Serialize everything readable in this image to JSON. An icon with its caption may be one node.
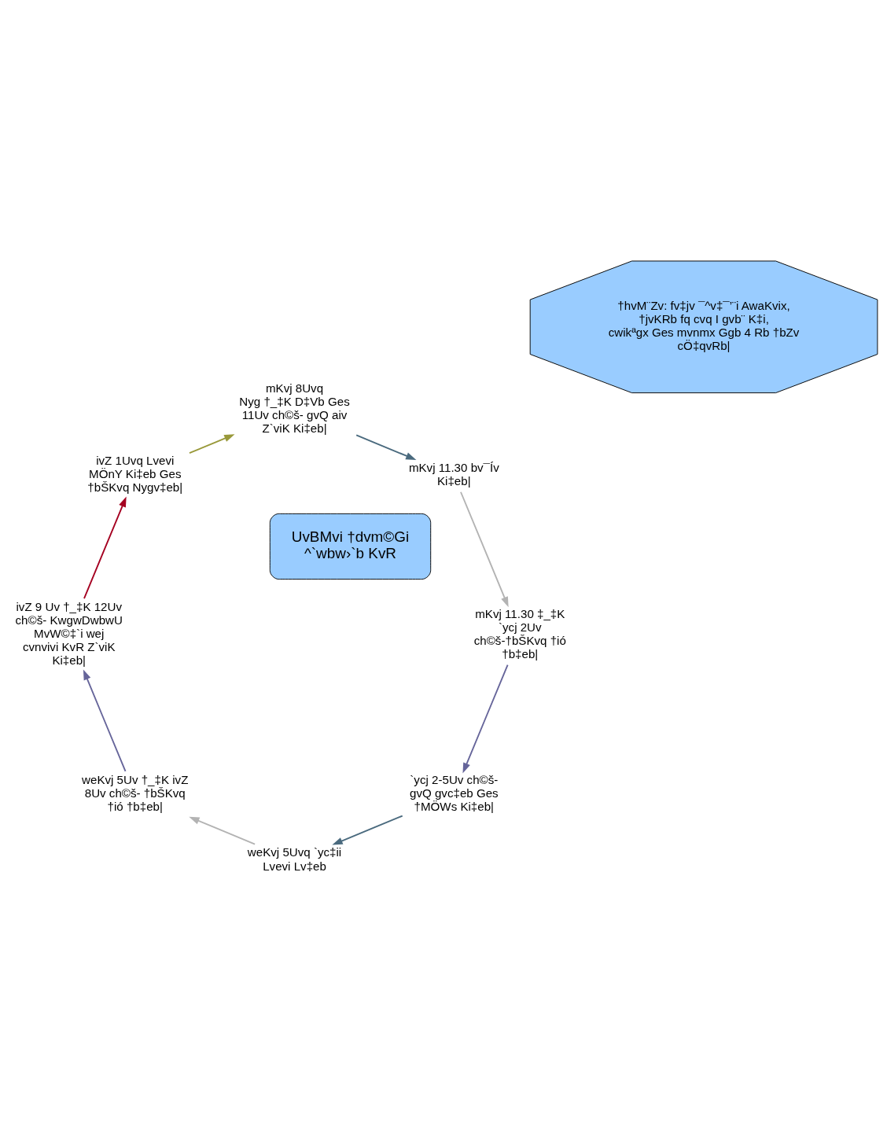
{
  "diagram": {
    "nodes": [
      {
        "text": [
          "UvBMvi †dvm©Gi ^`wbw›`b KvR"
        ]
      },
      {
        "text": [
          "†hvM¨Zv: fv‡jv ¯^v‡¯’¨i AwaKvix, †jvKRb fq cvq I gvb¨ K‡i, cwikªgx Ges mvnmx Ggb 4 Rb †bZv cÖ‡qvRb|"
        ]
      },
      {
        "text": [
          "`ycj 2-5Uv ch©š- gvQ gvc‡eb Ges †MÖWs Ki‡eb|"
        ]
      },
      {
        "text": [
          "weKvj 5Uvq `yc‡ii Lvevi Lv‡eb"
        ]
      },
      {
        "text": [
          "weKvj 5Uv †_‡K ivZ 8Uv ch©š- †bŠKvq †ió †b‡eb|"
        ]
      },
      {
        "text": [
          "ivZ 9 Uv †_‡K 12Uv ch©š- KwgwDwbwU MvW©‡`i wej cvnvivi KvR Z`viK Ki‡eb|"
        ]
      },
      {
        "text": [
          "ivZ 1Uvq Lvevi MÖnY Ki‡eb Ges †bŠKvq Nygv‡eb|"
        ]
      },
      {
        "text": [
          "mKvj 8Uvq",
          "Nyg †_‡K D‡Vb Ges 11Uv ch©š- gvQ aiv Z`viK Ki‡eb|"
        ]
      },
      {
        "text": [
          "mKvj 11.30 bv¯Ív Ki‡eb|"
        ]
      },
      {
        "text": [
          "mKvj 11.30 ‡_‡K `ycj 2Uv ch©š-†bŠKvq †ió †b‡eb|"
        ]
      }
    ],
    "edges": [
      {
        "from": 2,
        "to": 3,
        "arrow": "to",
        "color": "#4a6a7e"
      },
      {
        "from": 3,
        "to": 4,
        "arrow": "to",
        "color": "#b3b3b3"
      },
      {
        "from": 4,
        "to": 5,
        "arrow": "to",
        "color": "#66659a"
      },
      {
        "from": 5,
        "to": 6,
        "arrow": "to",
        "color": "#a50021"
      },
      {
        "from": 6,
        "to": 7,
        "arrow": "to",
        "color": "#99993a"
      },
      {
        "from": 7,
        "to": 8,
        "arrow": "to",
        "color": "#4a6a7e"
      },
      {
        "from": 8,
        "to": 9,
        "arrow": "to",
        "color": "#b3b3b3"
      },
      {
        "from": 9,
        "to": 2,
        "arrow": "to",
        "color": "#66659a"
      }
    ]
  }
}
